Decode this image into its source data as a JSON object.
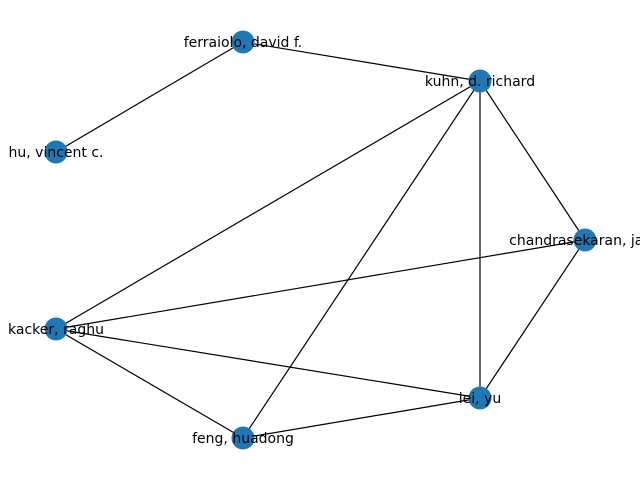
{
  "colors": {
    "node": "#1f77b4",
    "edge": "#000000",
    "label": "#000000",
    "background": "#ffffff"
  },
  "nodes": [
    {
      "id": "ferraiolo",
      "label": "ferraiolo, david f."
    },
    {
      "id": "kuhn",
      "label": "kuhn, d. richard"
    },
    {
      "id": "hu",
      "label": "hu, vincent c."
    },
    {
      "id": "chandrasekaran",
      "label": "chandrasekaran, jaga"
    },
    {
      "id": "kacker",
      "label": "kacker, raghu"
    },
    {
      "id": "lei",
      "label": "lei, yu"
    },
    {
      "id": "feng",
      "label": "feng, huadong"
    }
  ],
  "edges": [
    [
      "ferraiolo",
      "kuhn"
    ],
    [
      "ferraiolo",
      "hu"
    ],
    [
      "kuhn",
      "chandrasekaran"
    ],
    [
      "kuhn",
      "lei"
    ],
    [
      "kuhn",
      "kacker"
    ],
    [
      "kuhn",
      "feng"
    ],
    [
      "chandrasekaran",
      "kacker"
    ],
    [
      "chandrasekaran",
      "lei"
    ],
    [
      "kacker",
      "lei"
    ],
    [
      "kacker",
      "feng"
    ],
    [
      "feng",
      "lei"
    ]
  ]
}
